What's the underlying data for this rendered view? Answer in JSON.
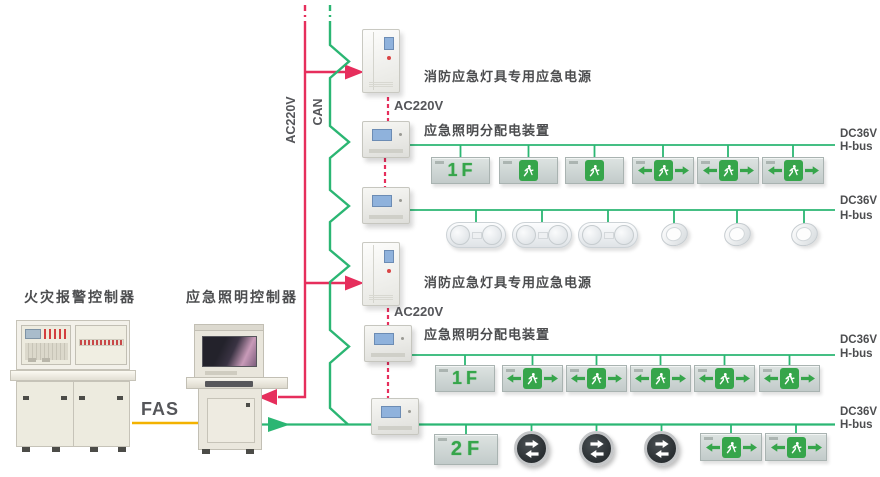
{
  "colors": {
    "power_line_red": "#e62e5c",
    "bus_line_green": "#2bb673",
    "fas_line_yellow": "#f3b200",
    "sign_green": "#36a54b",
    "label_gray": "#4d4e50"
  },
  "left_station": {
    "fire_alarm_label": "火灾报警控制器",
    "lighting_controller_label": "应急照明控制器",
    "fas_label": "FAS"
  },
  "trunks": {
    "power_label": "AC220V",
    "bus_label": "CAN"
  },
  "groups": [
    {
      "psu_label": "消防应急灯具专用应急电源",
      "feed_label": "AC220V",
      "dist_label": "应急照明分配电装置"
    },
    {
      "psu_label": "消防应急灯具专用应急电源",
      "feed_label": "AC220V",
      "dist_label": "应急照明分配电装置"
    }
  ],
  "rows": [
    {
      "voltage": "DC36V",
      "bus": "H-bus",
      "floor_text": "1F",
      "signs": [
        "floor-sign-1F",
        "exit-sign-man",
        "exit-sign-man",
        "exit-sign-double-arrow",
        "exit-sign-double-arrow",
        "exit-sign-double-arrow"
      ]
    },
    {
      "voltage": "DC36V",
      "bus": "H-bus",
      "signs": [
        "twin-spot-emergency-light",
        "twin-spot-emergency-light",
        "twin-spot-emergency-light",
        "downlight",
        "downlight",
        "downlight"
      ]
    },
    {
      "voltage": "DC36V",
      "bus": "H-bus",
      "floor_text": "1F",
      "signs": [
        "floor-sign-1F",
        "exit-sign-double-arrow",
        "exit-sign-double-arrow",
        "exit-sign-double-arrow",
        "exit-sign-double-arrow",
        "exit-sign-double-arrow"
      ]
    },
    {
      "voltage": "DC36V",
      "bus": "H-bus",
      "floor_text": "2F",
      "signs": [
        "floor-sign-2F",
        "round-direction-sign",
        "round-direction-sign",
        "round-direction-sign",
        "exit-sign-double-arrow",
        "exit-sign-double-arrow"
      ]
    }
  ]
}
